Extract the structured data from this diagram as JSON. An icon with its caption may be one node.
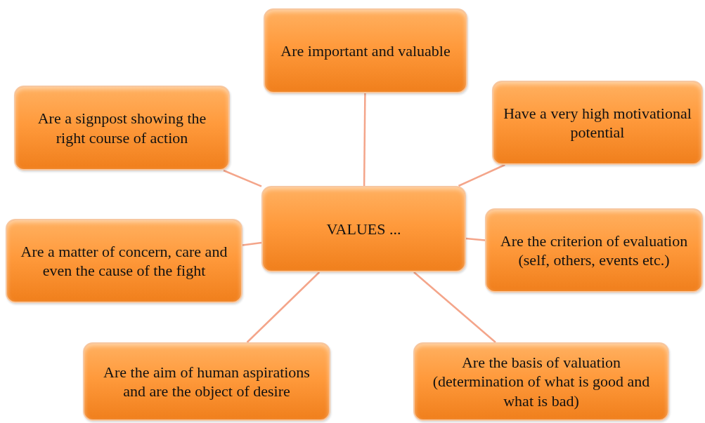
{
  "diagram": {
    "nodes": [
      {
        "text": [
          "Are important and valuable"
        ]
      },
      {
        "text": [
          "Are a signpost showing the right course of action"
        ]
      },
      {
        "text": [
          "Have a very high motivational potential"
        ]
      },
      {
        "text": [
          "VALUES ..."
        ]
      },
      {
        "text": [
          "Are a matter of concern, care and even the cause of the fight"
        ]
      },
      {
        "text": [
          "Are the criterion of evaluation (self, others, events etc.)"
        ]
      },
      {
        "text": [
          "Are the aim of human aspirations and are the object of desire"
        ]
      },
      {
        "text": [
          "Are the basis of valuation (determination of what is good and what is bad)"
        ]
      }
    ],
    "edges": [
      {
        "from": 3,
        "to": 0,
        "arrow": "none"
      },
      {
        "from": 3,
        "to": 1,
        "arrow": "none"
      },
      {
        "from": 3,
        "to": 2,
        "arrow": "none"
      },
      {
        "from": 3,
        "to": 4,
        "arrow": "none"
      },
      {
        "from": 3,
        "to": 5,
        "arrow": "none"
      },
      {
        "from": 3,
        "to": 6,
        "arrow": "none"
      },
      {
        "from": 3,
        "to": 7,
        "arrow": "none"
      }
    ]
  }
}
